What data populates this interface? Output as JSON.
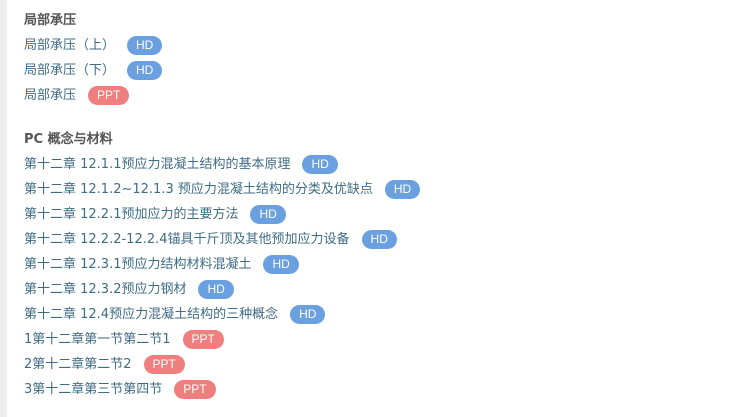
{
  "colors": {
    "hd_badge": "#6a9fe0",
    "ppt_badge": "#ef7f7f",
    "link": "#3f6c85",
    "title": "#555555"
  },
  "sections": [
    {
      "title": "局部承压",
      "items": [
        {
          "label": "局部承压（上）",
          "badge": "HD"
        },
        {
          "label": "局部承压（下）",
          "badge": "HD"
        },
        {
          "label": "局部承压",
          "badge": "PPT"
        }
      ]
    },
    {
      "title": "PC 概念与材料",
      "items": [
        {
          "label": "第十二章 12.1.1预应力混凝土结构的基本原理",
          "badge": "HD"
        },
        {
          "label": "第十二章 12.1.2~12.1.3 预应力混凝土结构的分类及优缺点",
          "badge": "HD"
        },
        {
          "label": "第十二章 12.2.1预加应力的主要方法",
          "badge": "HD"
        },
        {
          "label": "第十二章 12.2.2-12.2.4锚具千斤顶及其他预加应力设备",
          "badge": "HD"
        },
        {
          "label": "第十二章 12.3.1预应力结构材料混凝土",
          "badge": "HD"
        },
        {
          "label": "第十二章 12.3.2预应力钢材",
          "badge": "HD"
        },
        {
          "label": "第十二章 12.4预应力混凝土结构的三种概念",
          "badge": "HD"
        },
        {
          "label": "1第十二章第一节第二节1",
          "badge": "PPT"
        },
        {
          "label": "2第十二章第二节2",
          "badge": "PPT"
        },
        {
          "label": "3第十二章第三节第四节",
          "badge": "PPT"
        }
      ]
    }
  ]
}
